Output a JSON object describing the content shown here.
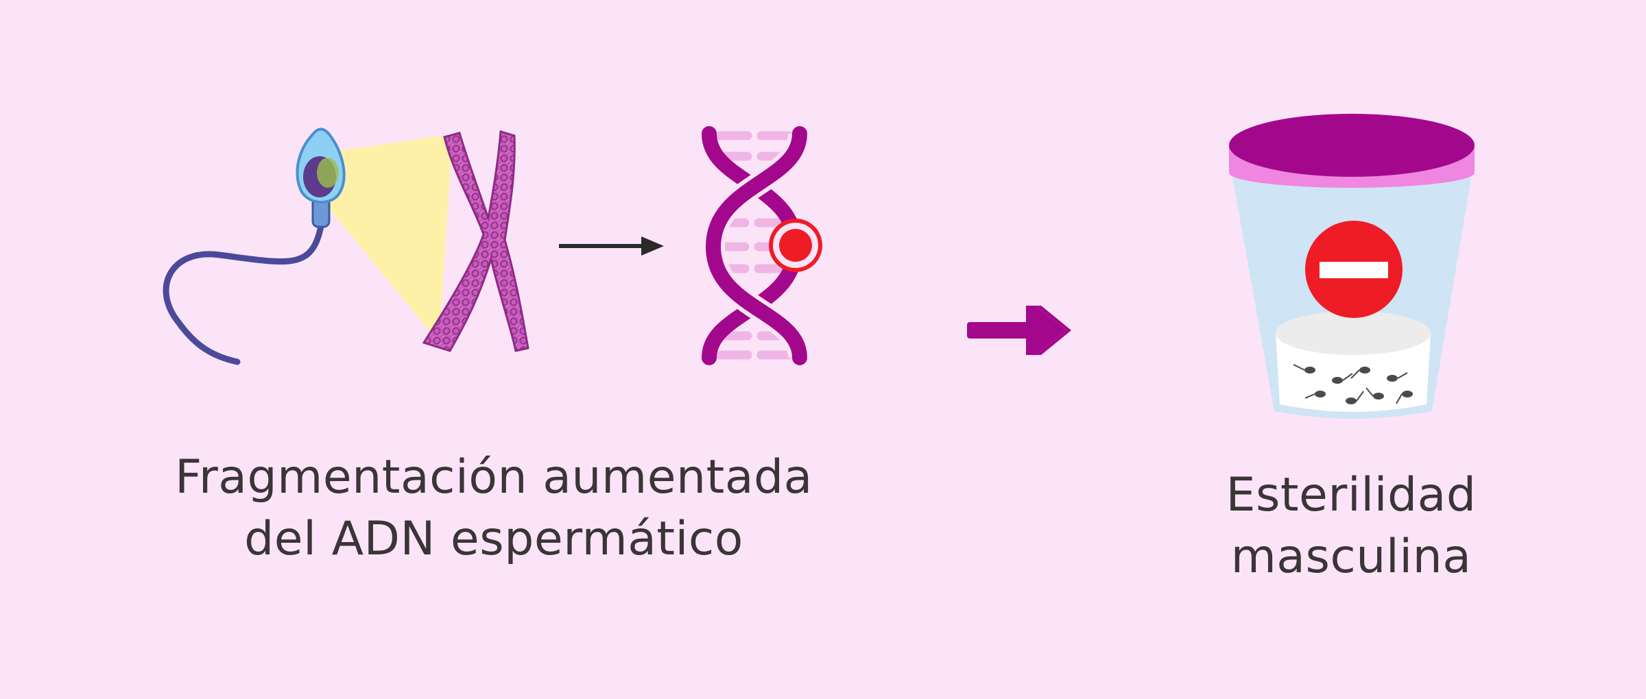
{
  "left_caption": {
    "line1": "Fragmentación aumentada",
    "line2": "del ADN espermático"
  },
  "right_caption": {
    "line1": "Esterilidad",
    "line2": "masculina"
  },
  "icons": [
    "sperm-icon",
    "chromosome-icon",
    "dna-helix-icon",
    "dna-damage-marker-icon",
    "sample-cup-icon",
    "no-entry-icon"
  ],
  "colors": {
    "background": "#fce4f8",
    "magenta": "#a3088c",
    "chromosome": "#c55bb8",
    "damage_red": "#ee1c25",
    "sperm_tail": "#4b4a9a",
    "highlight_beam": "#fff0a8"
  }
}
